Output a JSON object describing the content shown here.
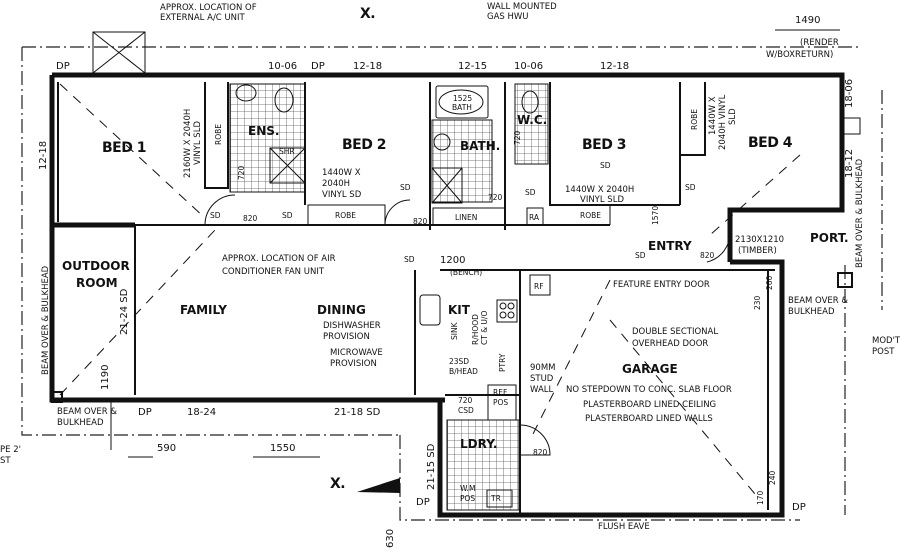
{
  "rooms": {
    "bed1": "BED 1",
    "ens": "ENS.",
    "bed2": "BED 2",
    "bath": "BATH.",
    "wc": "W.C.",
    "bed3": "BED 3",
    "bed4": "BED 4",
    "entry": "ENTRY",
    "port": "PORT.",
    "outdoor1": "OUTDOOR",
    "outdoor2": "ROOM",
    "family": "FAMILY",
    "dining": "DINING",
    "kit": "KIT",
    "garage": "GARAGE",
    "ldry": "LDRY."
  },
  "notes": {
    "ac_ext1": "APPROX. LOCATION OF",
    "ac_ext2": "EXTERNAL A/C UNIT",
    "hwu1": "WALL MOUNTED",
    "hwu2": "GAS HWU",
    "render1": "(RENDER",
    "render2": "RETURN)",
    "wbox": "W/BOX",
    "acfan1": "APPROX. LOCATION OF AIR",
    "acfan2": "CONDITIONER FAN UNIT",
    "dw1": "DISHWASHER",
    "dw2": "PROVISION",
    "mw1": "MICROWAVE",
    "mw2": "PROVISION",
    "feature_door": "FEATURE ENTRY DOOR",
    "ohd1": "DOUBLE SECTIONAL",
    "ohd2": "OVERHEAD DOOR",
    "stud1": "90MM",
    "stud2": "STUD",
    "stud3": "WALL",
    "garage1": "NO STEPDOWN TO CONC. SLAB FLOOR",
    "garage2": "PLASTERBOARD LINED CEILING",
    "garage3": "PLASTERBOARD LINED WALLS",
    "flush_eave": "FLUSH EAVE",
    "beam_l1": "BEAM OVER &",
    "beam_l2": "BULKHEAD",
    "beam_r1": "BEAM OVER &",
    "beam_r2": "BULKHEAD",
    "beam_vl": "BEAM OVER & BULKHEAD",
    "beam_vr": "BEAM OVER & BULKHEAD",
    "modt1": "MOD'T",
    "modt2": "POST",
    "pe1": "PE 2'",
    "pe2": "ST"
  },
  "windows": {
    "bed1a": "2160W X 2040H",
    "bed1b": "VINYL SLD",
    "bed2a": "1440W X",
    "bed2b": "2040H",
    "bed2c": "VINYL SD",
    "bed3a": "1440W X 2040H",
    "bed3b": "VINYL SLD",
    "bed4a": "1440W X",
    "bed4b": "2040H VINYL",
    "bed4c": "SLD",
    "entry_a": "2130X1210",
    "entry_b": "(TIMBER)"
  },
  "labels": {
    "robe": "ROBE",
    "linen": "LINEN",
    "ra": "RA",
    "rf": "RF",
    "shr": "SHR",
    "bath_size": "1525",
    "bath_word": "BATH",
    "sink": "SINK",
    "rhood1": "R/HOOD",
    "rhood2": "CT & U/O",
    "ptry": "PTRY",
    "bh1": "23SD",
    "bh2": "B/HEAD",
    "ref1": "REF.",
    "ref2": "POS",
    "csd1": "720",
    "csd2": "CSD",
    "wm1": "W.M",
    "wm2": "POS",
    "tr": "TR",
    "bench_w": "1200",
    "bench": "(BENCH)",
    "sd": "SD",
    "dp": "DP",
    "x": "X."
  },
  "dims": {
    "top1": "10-06",
    "top2": "12-18",
    "top3": "12-15",
    "top4": "10-06",
    "top5": "12-18",
    "left": "12-18",
    "outdoor_sd": "21-24 SD",
    "d1190": "1190",
    "bot1": "18-24",
    "bot2": "21-18 SD",
    "d590": "590",
    "d1550": "1550",
    "ldry_sd": "21-15 SD",
    "d630": "630",
    "d1490": "1490",
    "r1": "18-06",
    "r2": "18-12",
    "d1570": "1570",
    "d170": "170",
    "d240": "240",
    "d260": "260",
    "d230": "230",
    "door820": "820",
    "door720": "720"
  }
}
